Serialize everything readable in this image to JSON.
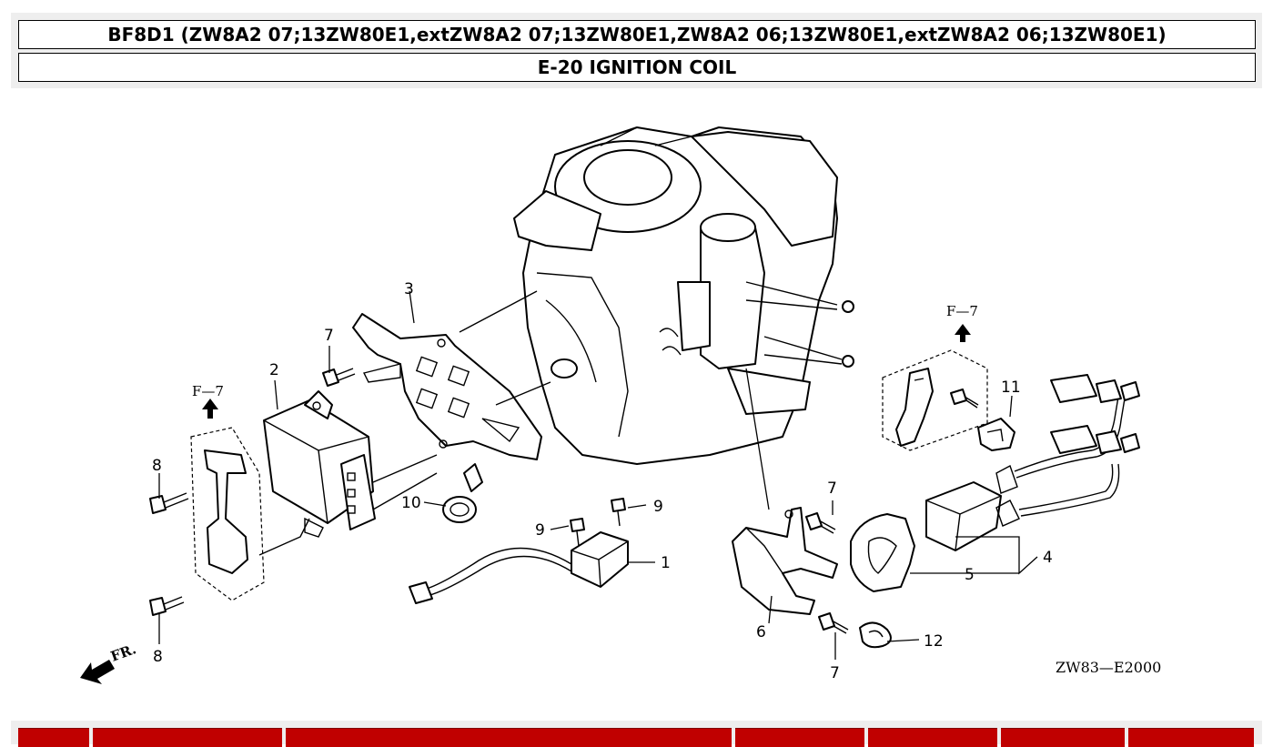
{
  "header": {
    "model": "BF8D1 (ZW8A2 07;13ZW80E1,extZW8A2 07;13ZW80E1,ZW8A2 06;13ZW80E1,extZW8A2 06;13ZW80E1)",
    "section": "E-20 IGNITION COIL"
  },
  "diagram": {
    "callouts": {
      "c1": "1",
      "c2": "2",
      "c3": "3",
      "c4": "4",
      "c5": "5",
      "c6": "6",
      "c7a": "7",
      "c7b": "7",
      "c7c": "7",
      "c8a": "8",
      "c8b": "8",
      "c9a": "9",
      "c9b": "9",
      "c10": "10",
      "c11": "11",
      "c12": "12"
    },
    "refs": {
      "left": "F—7",
      "right": "F—7"
    },
    "front_label": "FR.",
    "figure_code": "ZW83—E2000"
  },
  "nav": {
    "tab_color": "#c00000"
  }
}
